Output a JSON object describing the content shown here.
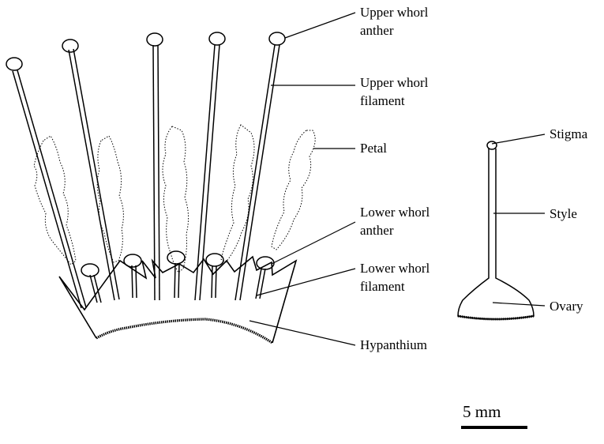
{
  "labels": {
    "upper_anther_l1": "Upper whorl",
    "upper_anther_l2": "anther",
    "upper_filament_l1": "Upper whorl",
    "upper_filament_l2": "filament",
    "petal": "Petal",
    "lower_anther_l1": "Lower whorl",
    "lower_anther_l2": "anther",
    "lower_filament_l1": "Lower whorl",
    "lower_filament_l2": "filament",
    "hypanthium": "Hypanthium",
    "stigma": "Stigma",
    "style": "Style",
    "ovary": "Ovary"
  },
  "scale_bar": {
    "label": "5 mm"
  }
}
